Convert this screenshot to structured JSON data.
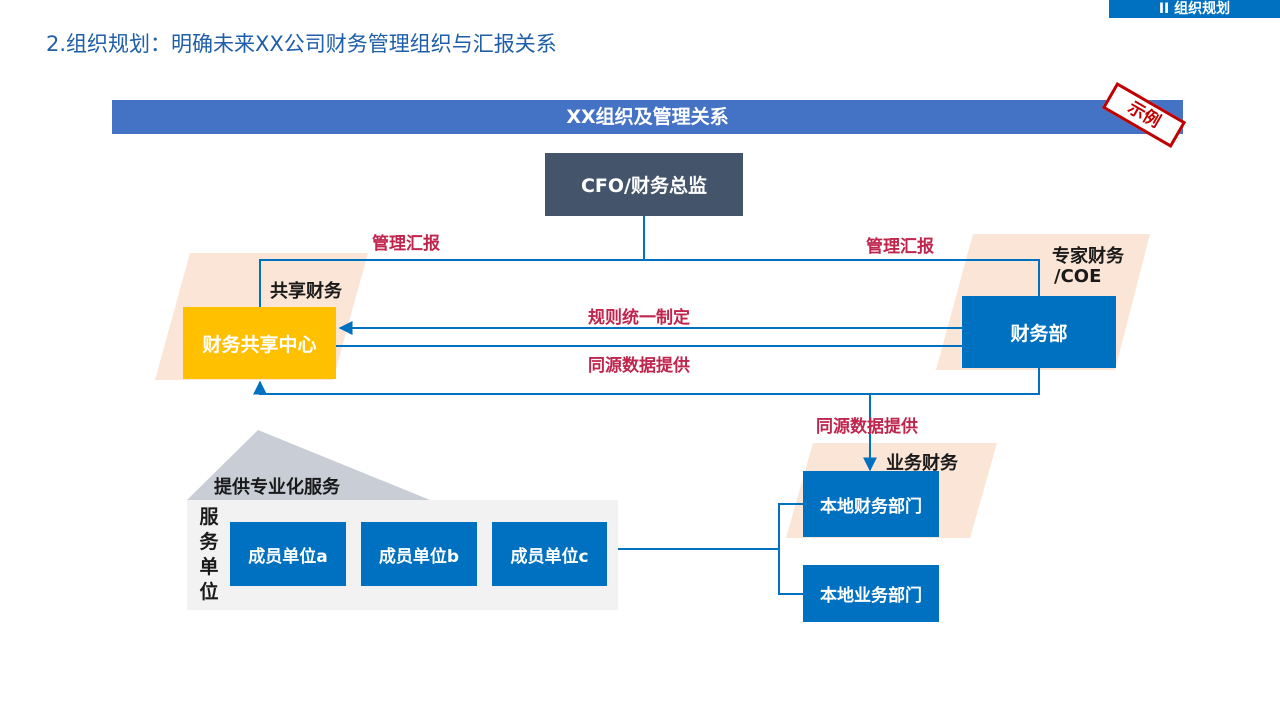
{
  "header": {
    "section_tag": "II 组织规划",
    "page_title": "2.组织规划：明确未来XX公司财务管理组织与汇报关系"
  },
  "diagram": {
    "banner_title": "XX组织及管理关系",
    "stamp_text": "示例",
    "cfo_box": "CFO/财务总监",
    "shared_finance_label": "共享财务",
    "shared_center_box": "财务共享中心",
    "expert_finance_label_line1": "专家财务",
    "expert_finance_label_line2": "/COE",
    "finance_dept_box": "财务部",
    "report_left_label": "管理汇报",
    "report_right_label": "管理汇报",
    "rules_label": "规则统一制定",
    "data_label_mid": "同源数据提供",
    "data_label_down": "同源数据提供",
    "business_finance_label": "业务财务",
    "local_finance_box": "本地财务部门",
    "local_business_box": "本地业务部门",
    "professional_service_label": "提供专业化服务",
    "service_unit_label": "服务单位",
    "member_units": [
      "成员单位a",
      "成员单位b",
      "成员单位c"
    ]
  },
  "colors": {
    "title_blue": "#1f5ea8",
    "banner_blue": "#4472c4",
    "box_blue": "#0070c0",
    "cfo_gray": "#44546a",
    "ssc_yellow": "#ffc000",
    "label_red": "#c0254d",
    "peach": "#fbe5d6",
    "stamp_red": "#c00000"
  }
}
